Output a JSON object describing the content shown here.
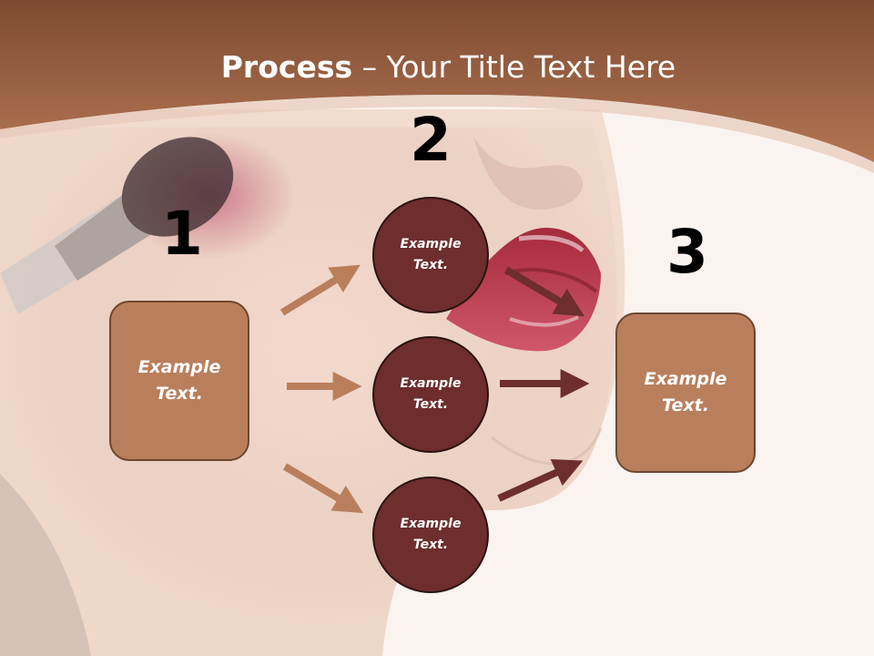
{
  "title": {
    "bold": "Process",
    "rest": " – Your Title Text Here"
  },
  "steps": [
    {
      "number": "1",
      "text": "Example\nText."
    },
    {
      "number": "2",
      "items": [
        "Example\nText.",
        "Example\nText.",
        "Example\nText."
      ]
    },
    {
      "number": "3",
      "text": "Example\nText."
    }
  ],
  "colors": {
    "header": "#a76748",
    "box_fill": "#b97f5c",
    "circle_fill": "#6d2e2d",
    "light_arrow": "#b97f5c",
    "dark_arrow": "#6d2e2d"
  }
}
